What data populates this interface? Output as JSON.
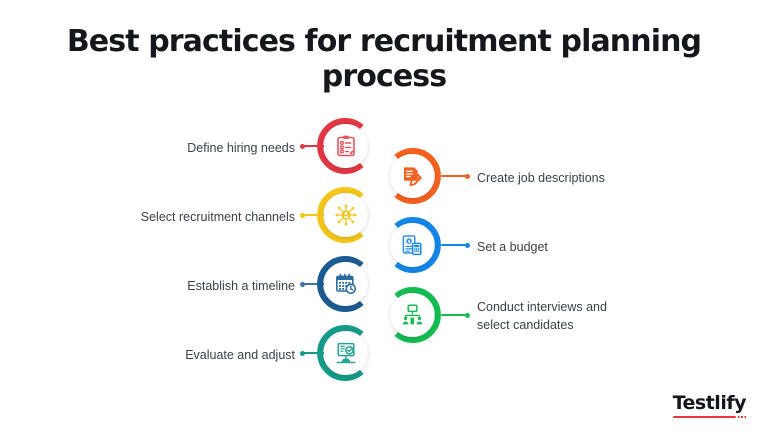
{
  "title": "Best practices for recruitment planning process",
  "brand": {
    "name": "Testlify",
    "accent_color": "#f0353c",
    "text_color": "#15171c"
  },
  "colors": {
    "background": "#ffffff",
    "label_text": "#3b414d",
    "title_text": "#15171c"
  },
  "diagram": {
    "type": "two-column-process-list",
    "steps": [
      {
        "index": 1,
        "label": "Define hiring needs",
        "side": "left",
        "color": "#e23744",
        "icon": "clipboard-checklist-icon"
      },
      {
        "index": 2,
        "label": "Create job descriptions",
        "side": "right",
        "color": "#f4601f",
        "icon": "document-pencil-icon"
      },
      {
        "index": 3,
        "label": "Select recruitment channels",
        "side": "left",
        "color": "#f5c518",
        "icon": "network-hub-person-icon"
      },
      {
        "index": 4,
        "label": "Set a budget",
        "side": "right",
        "color": "#1486e8",
        "icon": "budget-calculator-icon"
      },
      {
        "index": 5,
        "label": "Establish a timeline",
        "side": "left",
        "color": "#1c5b92",
        "icon": "calendar-clock-icon"
      },
      {
        "index": 6,
        "label": "Conduct interviews and\nselect candidates",
        "side": "right",
        "color": "#14bd52",
        "icon": "interview-people-icon"
      },
      {
        "index": 7,
        "label": "Evaluate and adjust",
        "side": "left",
        "color": "#159b8a",
        "icon": "evaluation-board-check-icon"
      }
    ]
  }
}
